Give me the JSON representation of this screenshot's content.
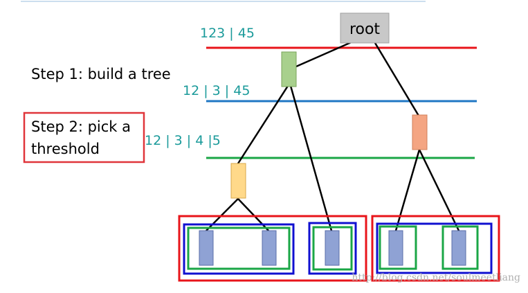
{
  "diagram": {
    "root_label": "root",
    "step1_label": "Step 1: build a tree",
    "step2_line1": "Step 2: pick a",
    "step2_line2": "threshold",
    "levels": [
      {
        "label": "123 | 45",
        "color": "#e8141a"
      },
      {
        "label": "12 | 3 | 45",
        "color": "#1f77c4"
      },
      {
        "label": "12 | 3 | 4 |5",
        "color": "#1aa646"
      }
    ],
    "node_colors": {
      "root_fill": "#c8c8c8",
      "green_fill": "#a8d08d",
      "salmon_fill": "#f4a582",
      "yellow_fill": "#ffd98a",
      "leaf_fill": "#8fa2d4"
    },
    "label_color": "#1a9a9a",
    "box_colors": {
      "red": "#e8141a",
      "blue": "#1010d0",
      "green": "#1aa646"
    },
    "watermark": "http://blog.csdn.net/soulmeetliang"
  }
}
